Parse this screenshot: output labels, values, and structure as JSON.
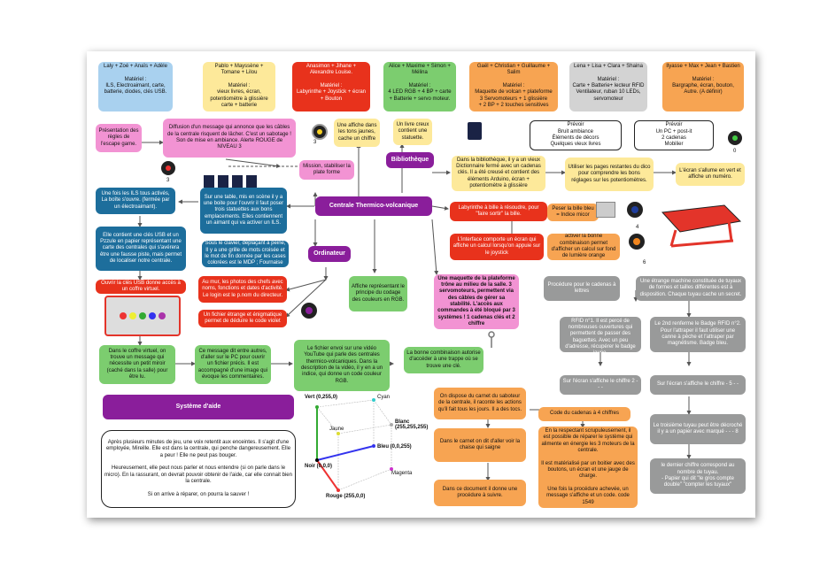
{
  "teams": [
    "Laly + Zoé + Anaïs + Adèle\n\nMatériel :\nILS, Electroaimant, carte, batterie, diodes, clés USB.",
    "Pablo + Mayssène + Tomane + Lilou\n\nMatériel :\nvieux livres, écran, potentiomètre à glissière carte + batterie",
    "Anasimon + Jihane + Alexandre Louise.\n\nMatériel :\nLabyrinthe + Joystick + écran + Bouton",
    "Alice + Maxime + Simon + Mélina\n\nMatériel :\n4 LED RGB + 4 BP + carte + Batterie + servo moteur.",
    "Gaël + Christian + Guillaume + Salim\n\nMatériel :\nMaquette de volcan + plateforme\n3 Servomoteurs + 1 glissière\n+ 2 BP + 2 touches sensitives",
    "Lena + Lisa + Clara + Shaina\n\nMatériel :\nCarte + Batterie+ lecteur RFID\nVentilateur, ruban 10 LEDs, servomoteur",
    "Ilyasse + Max + Jean + Bastien\n\nMatériel :\nBargraphe, écran, bouton, Autre. (A définir)"
  ],
  "nodes": {
    "presentation": "Présentation des règles de l'escape game.",
    "diffusion": "Diffusion d'un message qui annonce que les câbles de la centrale risquent de lâcher. C'est un sabotage ! Son de mise en ambiance. Alerte ROUGE de NIVEAU 3",
    "mission": "Mission, stabiliser la plate forme",
    "affiche": "Une affiche dans les tons jaunes, cache un chiffre",
    "livre": "Un livre creux contient une statuette.",
    "prevoir1": "Prévoir\nBruit ambiance\nÉléments de décors\nQuelques vieux livres",
    "prevoir2": "Prévoir\nUn PC + post-it\n2 cadenas\nMobilier",
    "bibliotheque": "Bibliothèque",
    "bibli_text": "Dans la bibliothèque, il y a un vieux Dictionnaire fermé avec un cadenas clés. Il a été creusé et contient des éléments Arduino, écran + potentiomètre à glissière",
    "dico": "Utiliser les pages restantes du dico pour comprendre les bons réglages sur les potentiomètres.",
    "ecran_num": "L'écran s'allume en vert et affiche un numéro.",
    "ils": "Une fois les ILS tous activés, La boîte s'ouvre. (fermée par un électroaimant).",
    "table": "Sur une table, mis en scène il y a une boite pour l'ouvrir il faut poser trois statuettes aux bons emplacements. Elles contiennent un aimant qui va activer un ILS.",
    "centrale": "Centrale Thermico-volcanique",
    "labyrinthe": "Labyrinthe à bille à résoudre, pour \"faire sortir\" la bille.",
    "peser": "Peser la bille bleu\n= Indice micor",
    "interface": "L'interface comporte un écran qui affiche un calcul lorsqu'on appuie sur le joystick",
    "activer": "activer la bonne combinaison permet d'afficher un calcul sur fond de lumière orange",
    "cle_usb": "Elle contient une clés USB et un Pzzule en papier représentant une carte des centrales qui s'avérera être une fausse piste, mais permet de localiser notre centrale.",
    "clavier": "Sous le clavier, déplaçant à peine, Il y a une grille de mots croisée et le mot de fin donnée par les cases colorées est le MDP ; Fournaise",
    "ordinateur": "Ordinateur",
    "ouvrir_usb": "Ouvrir la clés USB donne accès à un coffre virtuel.",
    "mur": "Au mur, les photos des chefs avec noms, fonctions et dates d'activité. Le login est le p.nom du directeur.",
    "fichier_etrange": "Un fichier étrange et énigmatique permet de déduire le code violet",
    "affiche_rgb": "Affiche représentant le principe du codage des couleurs en RGB.",
    "maquette": "Une maquette de la plateforme trône au milieu de la salle. 3 servomoteurs, permettent via des câbles de gérer sa stabilité. L'accès aux commandes à été bloqué par 3 systèmes ! 1 cadenas clés et 2 chiffre",
    "procedure": "Procédure pour le cadenas à lettres",
    "etrange_machine": "Une étrange machine constituée de tuyaux de formes et tailles différentes est à disposition. Chaque tuyau cache un secret.",
    "coffre": "Dans le coffre virtuel, on trouve un message qui nécessite un petit miroir (caché dans la salle) pour être lu.",
    "ce_message": "Ce message dit entre autres, d'aller sur le PC pour ouvrir un fichier précis. Il est accompagné d'une image qui évoque les commentaires.",
    "video": "Le fichier envoi sur une vidéo YouTube qui parle des centrales thermico-volcaniques. Dans la description de la vidéo, il y en a un indice, qui donne un code couleur RGB.",
    "combinaison": "La bonne combinaison autorise d'accéder à une trappe où se trouve une clé.",
    "premier_tuyau": "Le premier renferme le badge RFID n°1. Il est percé de nombreuses ouvertures qui permettent de passer des baguettes. Avec un peu d'adresse, récupérer le badge jaune.",
    "deuxieme": "Le 2nd renferme le Badge RFID n°2. Pour l'attraper il faut utiliser une canne à pêche et l'attraper par magnétisme. Badge bleu.",
    "chiffre2": "Sur l'écran s'affiche le chiffre 2 - - -",
    "chiffre5": "Sur l'écran s'affiche le chiffre - 5 - -",
    "systeme_aide": "Système d'aide",
    "carnet": "On dispose du carnet du saboteur de la centrale, il raconte les actions qu'il fait tous les jours. Il a des tocs.",
    "code_cadenas": "Code du cadenas à 4 chiffres",
    "respectant": "En la respectant scrupuleusement, il est possible de réparer le système qui alimente en énergie les 3 moteurs de la centrale.\n\nIl est matérialisé par un boitier avec des boutons, un écran et une jauge de charge.\n\nUne fois la procédure achevée, un message s'affiche et un code. code 1549",
    "troisieme": "Le troisième tuyau peut être décroché il y a un papier avec marqué - - - 8",
    "dernier": "le dernier chiffre correspond au nombre de tuyau.\n- Papier qui dit \"le gros compte double\" \"compter les tuyaux\"",
    "carnet_dit": "Dans le carnet on dit d'aller voir la chaise qui saigne",
    "document": "Dans ce document il donne une procédure à suivre.",
    "aide_text": "Après plusieurs minutes de jeu, une voix retentit aux enceintes. Il s'agit d'une employée, Mireille. Elle est dans la centrale, qui penche dangereusement. Elle a peur ! Elle ne peut pas bouger.\n\nHeureusement, elle peut nous parler et nous entendre (si on parle dans le micro). En la rassurant, on devrait pouvoir obtenir de l'aide, car elle connait bien la centrale.\n\nSi on arrive à réparer, on pourra la sauver !"
  },
  "numbers": {
    "n3": "3",
    "n0": "0",
    "n4": "4",
    "n6": "6"
  },
  "cube": {
    "vert": "Vert (0,255,0)",
    "cyan": "Cyan",
    "blanc": "Blanc\n(255,255,255)",
    "jaune": "Jaune",
    "bleu": "Bleu (0,0,255)",
    "noir": "Noir (0,0,0)",
    "magenta": "Magenta",
    "rouge": "Rouge (255,0,0)"
  },
  "colors": {
    "blue": "#1d6e9c",
    "purple": "#8a1e9b",
    "pink": "#f293d3",
    "red": "#e8321c",
    "green": "#7ccd6f",
    "yellow": "#fde99a",
    "orange": "#f7a452",
    "grey": "#999a9a"
  }
}
